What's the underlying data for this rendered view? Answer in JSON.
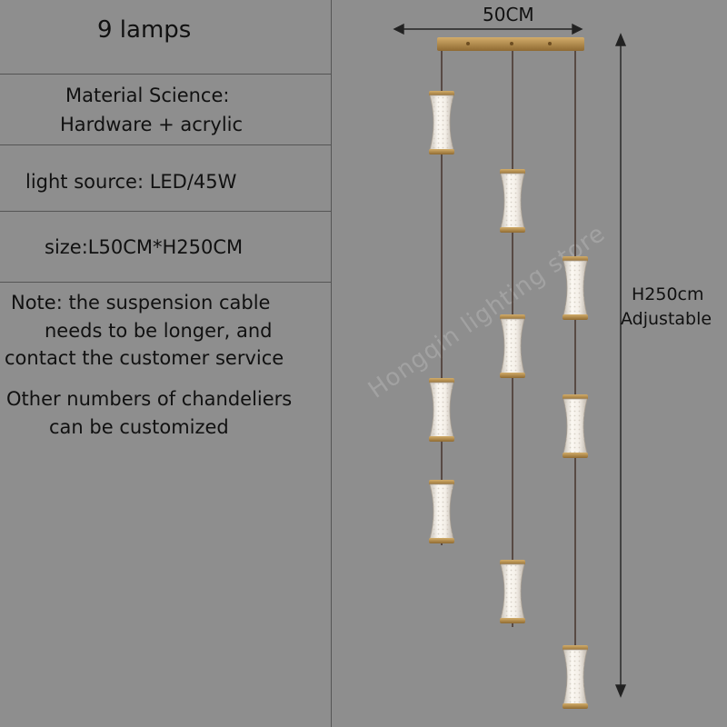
{
  "header": {
    "lamp_count": "9 lamps"
  },
  "specs": {
    "material_line1": "Material Science:",
    "material_line2": "Hardware + acrylic",
    "light_source": "light source: LED/45W",
    "size": "size:L50CM*H250CM",
    "note_line1": "Note: the suspension cable",
    "note_line2": "needs to be longer, and",
    "note_line3": "contact the customer service",
    "custom_line1": "Other numbers of chandeliers",
    "custom_line2": "can be customized"
  },
  "dimensions": {
    "width_label": "50CM",
    "height_label": "H250cm",
    "adjustable_label": "Adjustable"
  },
  "watermark": "Hongqin lighting store",
  "colors": {
    "background": "#8e8e8e",
    "divider": "#555555",
    "brass": "#b08a4a",
    "cable": "#4a3a32",
    "acrylic": "#f2ede6"
  }
}
